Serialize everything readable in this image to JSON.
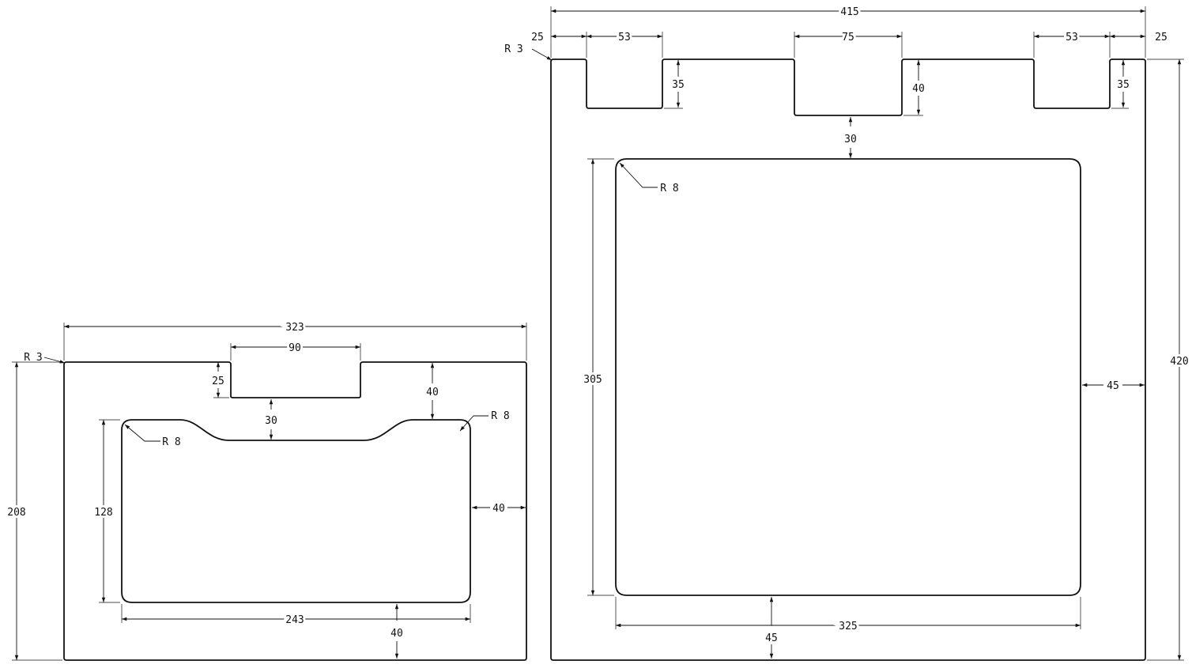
{
  "left_part": {
    "width": "323",
    "height": "208",
    "corner_radius": "R 3",
    "notch_width": "90",
    "notch_depth": "25",
    "notch_to_window": "30",
    "top_margin": "40",
    "window_radius_left": "R 8",
    "window_radius_right": "R 8",
    "window_height": "128",
    "window_width": "243",
    "side_margin": "40",
    "bottom_margin": "40"
  },
  "right_part": {
    "width": "415",
    "height": "420",
    "corner_radius": "R 3",
    "edge_left": "25",
    "edge_right": "25",
    "slot_left_width": "53",
    "slot_center_width": "75",
    "slot_right_width": "53",
    "slot_left_depth": "35",
    "slot_center_depth": "40",
    "slot_right_depth": "35",
    "slot_to_window": "30",
    "window_radius": "R 8",
    "window_height": "305",
    "window_width": "325",
    "side_margin": "45",
    "bottom_margin": "45"
  }
}
